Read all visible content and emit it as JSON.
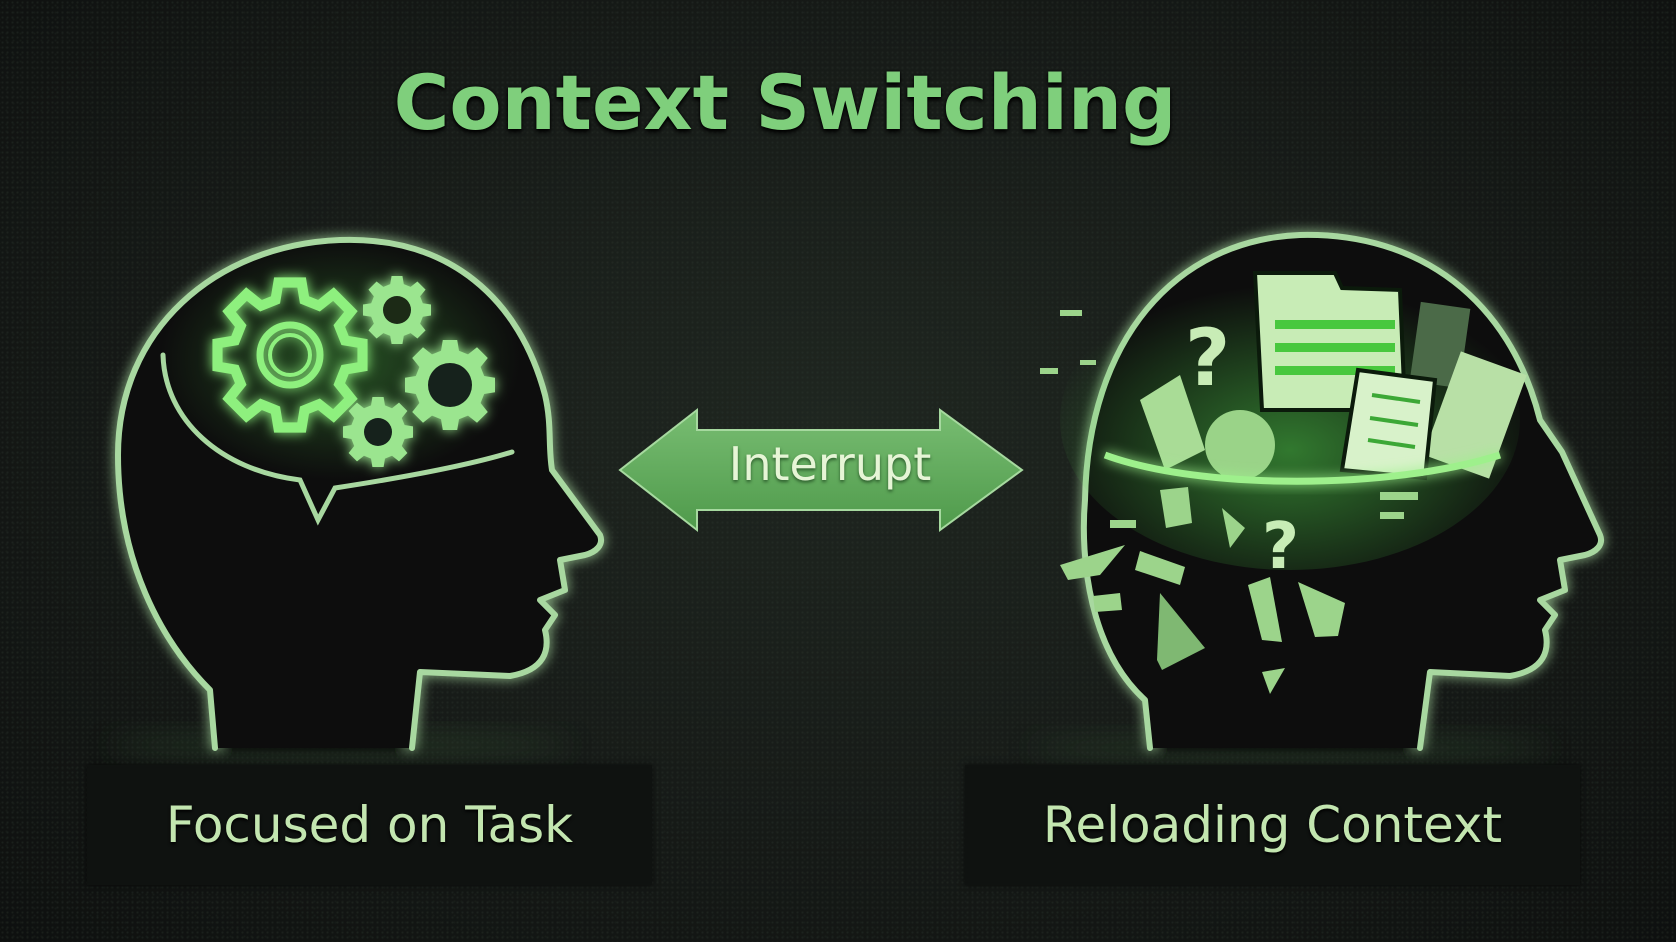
{
  "title": "Context Switching",
  "arrow": {
    "label": "Interrupt",
    "icon": "double-arrow-icon"
  },
  "left_panel": {
    "label": "Focused on Task",
    "icon": "head-with-gears-icon"
  },
  "right_panel": {
    "label": "Reloading Context",
    "icon": "head-with-scattered-documents-icon"
  },
  "colors": {
    "background": "#141815",
    "title": "#7fcf7c",
    "accent": "#5fae5c",
    "glow": "#6cf56a",
    "outline": "#a8d8a0",
    "label_text": "#c3e6b0",
    "label_box": "#0f1210"
  }
}
